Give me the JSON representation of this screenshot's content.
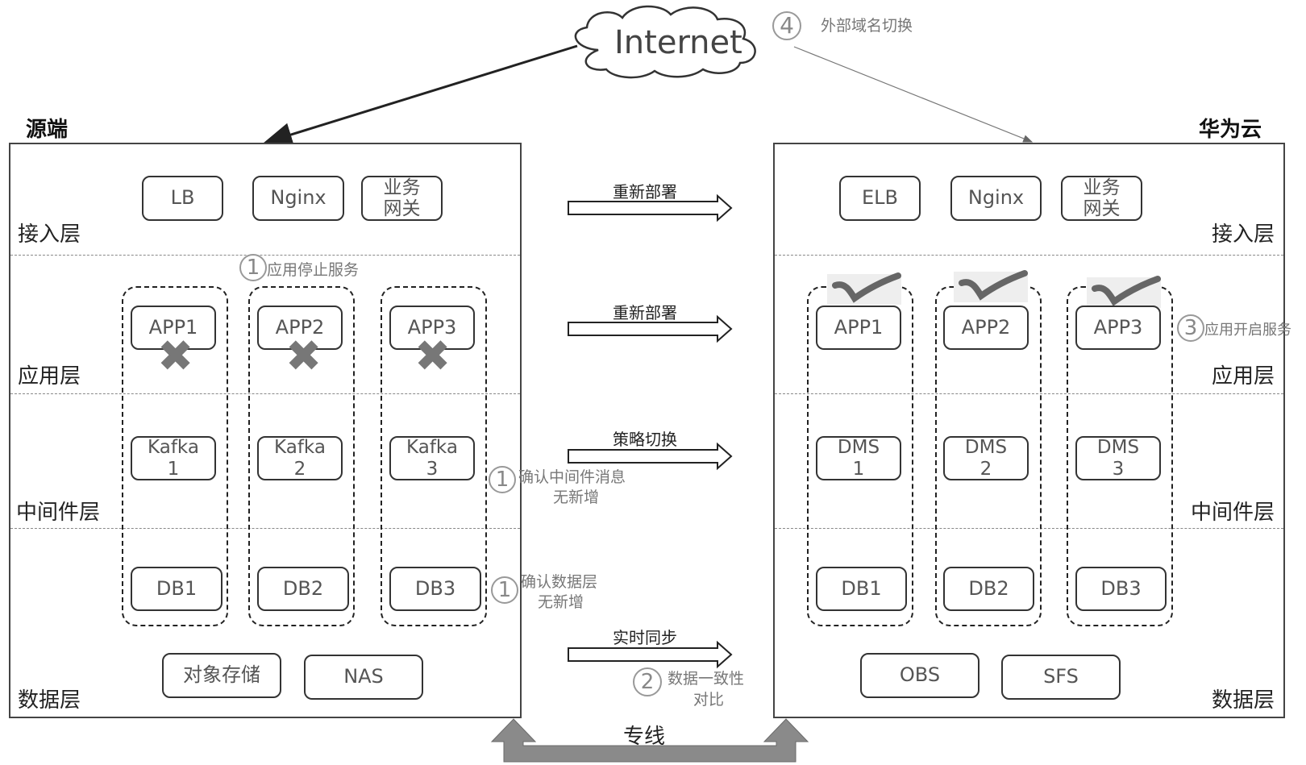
{
  "internet": {
    "label": "Internet",
    "step": "4",
    "note": "外部域名切换"
  },
  "source": {
    "title": "源端",
    "layers": {
      "access": "接入层",
      "app": "应用层",
      "middleware": "中间件层",
      "data": "数据层"
    },
    "access": {
      "lb": "LB",
      "nginx": "Nginx",
      "gw_line1": "业务",
      "gw_line2": "网关"
    },
    "apps": [
      "APP1",
      "APP2",
      "APP3"
    ],
    "kafka": [
      {
        "l1": "Kafka",
        "l2": "1"
      },
      {
        "l1": "Kafka",
        "l2": "2"
      },
      {
        "l1": "Kafka",
        "l2": "3"
      }
    ],
    "dbs": [
      "DB1",
      "DB2",
      "DB3"
    ],
    "storage": {
      "object": "对象存储",
      "nas": "NAS"
    },
    "notes": {
      "stop": {
        "step": "1",
        "text": "应用停止服务"
      },
      "mw": {
        "step": "1",
        "line1": "确认中间件消息",
        "line2": "无新增"
      },
      "db": {
        "step": "1",
        "line1": "确认数据层",
        "line2": "无新增"
      }
    }
  },
  "target": {
    "title": "华为云",
    "layers": {
      "access": "接入层",
      "app": "应用层",
      "middleware": "中间件层",
      "data": "数据层"
    },
    "access": {
      "elb": "ELB",
      "nginx": "Nginx",
      "gw_line1": "业务",
      "gw_line2": "网关"
    },
    "apps": [
      "APP1",
      "APP2",
      "APP3"
    ],
    "dms": [
      {
        "l1": "DMS",
        "l2": "1"
      },
      {
        "l1": "DMS",
        "l2": "2"
      },
      {
        "l1": "DMS",
        "l2": "3"
      }
    ],
    "dbs": [
      "DB1",
      "DB2",
      "DB3"
    ],
    "storage": {
      "obs": "OBS",
      "sfs": "SFS"
    },
    "notes": {
      "start": {
        "step": "3",
        "text": "应用开启服务"
      }
    }
  },
  "arrows": {
    "access": "重新部署",
    "app": "重新部署",
    "middleware": "策略切换",
    "data": "实时同步",
    "compare": {
      "step": "2",
      "line1": "数据一致性",
      "line2": "对比"
    }
  },
  "link": {
    "label": "专线"
  }
}
